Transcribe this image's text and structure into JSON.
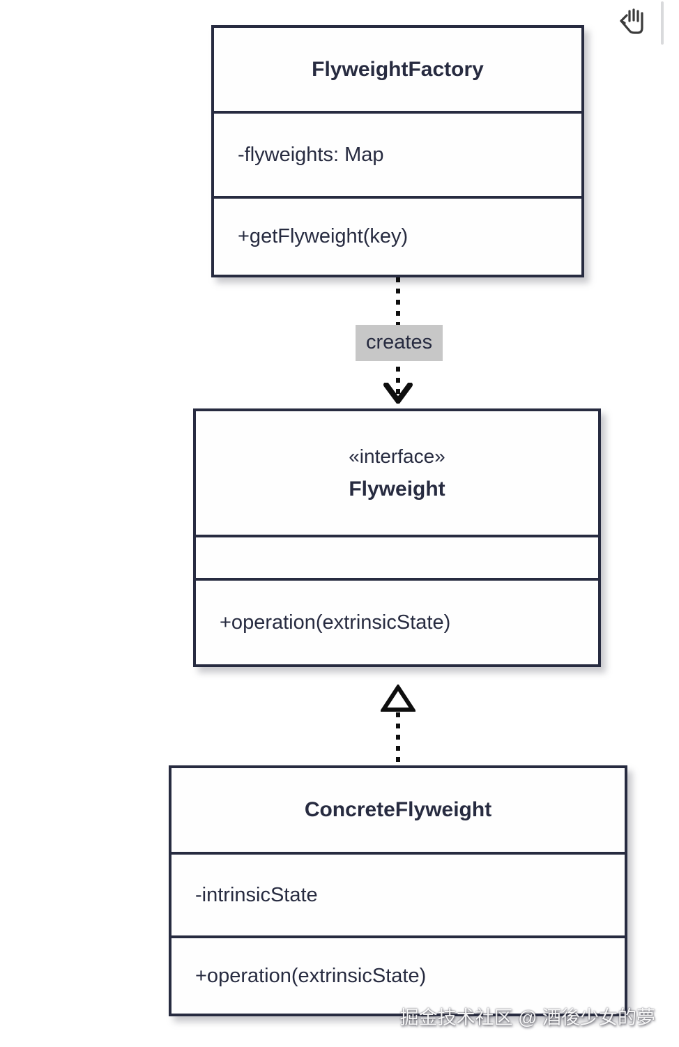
{
  "diagram_type": "uml-class-diagram",
  "pattern": "Flyweight",
  "colors": {
    "ink": "#272b40",
    "box_fill": "#fefefe",
    "arrow": "#0e0e0e",
    "edge_label_bg": "#c7c7c7",
    "watermark_text": "#ffffff",
    "scrollbar": "#d9dadc"
  },
  "classes": [
    {
      "id": "flyweight-factory",
      "stereotype": "",
      "name": "FlyweightFactory",
      "attributes": [
        "-flyweights: Map"
      ],
      "methods": [
        "+getFlyweight(key)"
      ]
    },
    {
      "id": "flyweight",
      "stereotype": "«interface»",
      "name": "Flyweight",
      "attributes": [],
      "methods": [
        "+operation(extrinsicState)"
      ]
    },
    {
      "id": "concrete-flyweight",
      "stereotype": "",
      "name": "ConcreteFlyweight",
      "attributes": [
        "-intrinsicState"
      ],
      "methods": [
        "+operation(extrinsicState)"
      ]
    }
  ],
  "relationships": [
    {
      "type": "dependency",
      "from": "FlyweightFactory",
      "to": "Flyweight",
      "label": "creates",
      "line": "dotted",
      "head": "open-arrow"
    },
    {
      "type": "realization",
      "from": "ConcreteFlyweight",
      "to": "Flyweight",
      "label": "",
      "line": "dotted",
      "head": "hollow-triangle"
    }
  ],
  "icons": {
    "hand": "pan-hand"
  },
  "watermark": "掘金技术社区 @ 酒後少女的夢"
}
